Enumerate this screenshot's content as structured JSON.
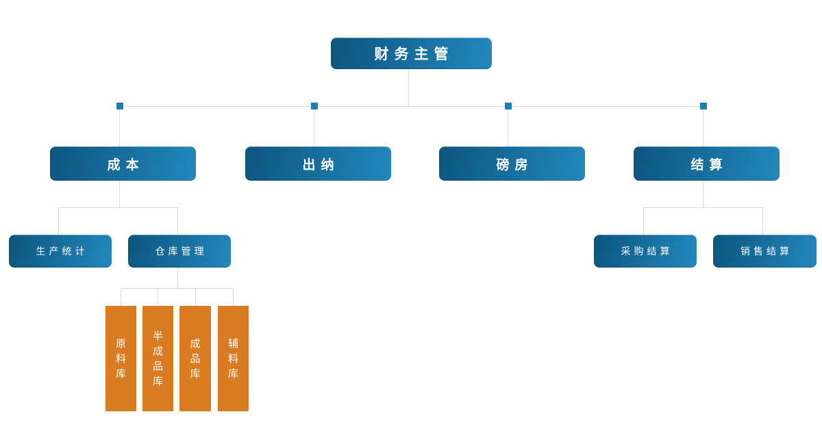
{
  "org_tree": {
    "label": "财务主管",
    "children": [
      {
        "label": "成本",
        "children": [
          {
            "label": "生产统计"
          },
          {
            "label": "仓库管理",
            "children": [
              {
                "label": "原料库"
              },
              {
                "label": "半成品库"
              },
              {
                "label": "成品库"
              },
              {
                "label": "辅料库"
              }
            ]
          }
        ]
      },
      {
        "label": "出纳"
      },
      {
        "label": "磅房"
      },
      {
        "label": "结算",
        "children": [
          {
            "label": "采购结算"
          },
          {
            "label": "销售结算"
          }
        ]
      }
    ]
  },
  "colors": {
    "background": "#ffffff",
    "node_grad_start": "#0c557e",
    "node_grad_end": "#2288bd",
    "node_text": "#ffffff",
    "warehouse_fill": "#d87b21",
    "connector": "#d9d9d9",
    "junction_square": "#1b7fb5"
  }
}
